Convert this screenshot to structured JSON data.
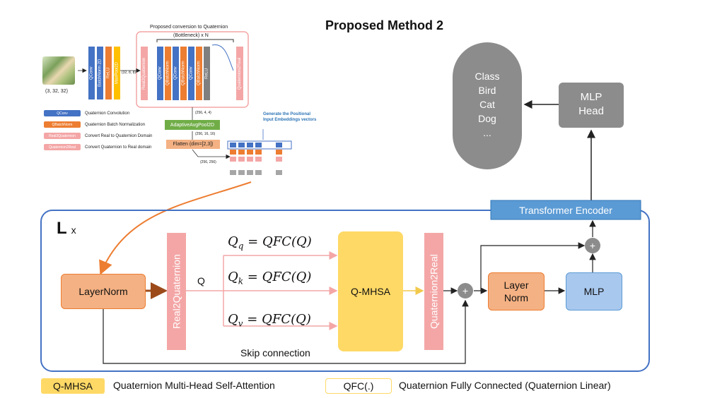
{
  "title": "Proposed Method 2",
  "top_panel": {
    "conversion_title": "Proposed conversion to Quaternion",
    "bottleneck_label": "(Bottleneck) x N",
    "input_shape": "(3, 32, 32)",
    "stem_blocks": [
      "QConv",
      "BatchNorm 2D",
      "ReLU",
      "MaxPool2D"
    ],
    "stem_shape": "(32, 8, 8)",
    "real2quat_block": "Real2Quaternion",
    "bottleneck_blocks": [
      "QConv",
      "QBatchNorm",
      "QConv",
      "QBatchNorm",
      "QConv",
      "QBatchNorm",
      "ReLU"
    ],
    "quat2real_block": "Quaternion2Real",
    "shape_after": "(256, 4, 4)",
    "pool_block": "AdaptiveAvgPool2D",
    "shape_pool": "(256, 16, 16)",
    "flatten_block": "Flatten (dim=[2,3])",
    "shape_flat": "(256, 256)",
    "generate_label": "Generate the Positional Input Embeddings vectors",
    "legend": [
      {
        "tag": "QConv",
        "desc": "Quaternion Convolution",
        "color": "#4472c4"
      },
      {
        "tag": "QBatchNorm",
        "desc": "Quaternion Batch Normalization",
        "color": "#ed7d31"
      },
      {
        "tag": "Real2Quaternion",
        "desc": "Convert Real to Quaternion Domain",
        "color": "#f4a6a6"
      },
      {
        "tag": "Quaternion2Real",
        "desc": "Convert Quaternion to Real domain",
        "color": "#f4a6a6"
      }
    ]
  },
  "classes": {
    "header": "Class",
    "items": [
      "Bird",
      "Cat",
      "Dog",
      "..."
    ]
  },
  "mlp_head": {
    "line1": "MLP",
    "line2": "Head"
  },
  "encoder": {
    "title": "Transformer Encoder",
    "repeat_label": "L",
    "repeat_x": "x",
    "layernorm1": "LayerNorm",
    "real2quat": "Real2Quaternion",
    "q_label": "Q",
    "eq_q": {
      "lhs": "Q",
      "sub": "q",
      "rhs": " = QFC(Q)"
    },
    "eq_k": {
      "lhs": "Q",
      "sub": "k",
      "rhs": " = QFC(Q)"
    },
    "eq_v": {
      "lhs": "Q",
      "sub": "v",
      "rhs": " = QFC(Q)"
    },
    "mhsa": "Q-MHSA",
    "quat2real": "Quaternion2Real",
    "plus": "+",
    "layernorm2_line1": "Layer",
    "layernorm2_line2": "Norm",
    "mlp": "MLP",
    "skip": "Skip connection"
  },
  "footer_legend": {
    "tag1": "Q-MHSA",
    "desc1": "Quaternion Multi-Head Self-Attention",
    "tag2": "QFC(.)",
    "desc2": "Quaternion Fully Connected (Quaternion Linear)"
  },
  "colors": {
    "encoder_border": "#4472c4",
    "encoder_title_bg": "#5b9bd5",
    "orange": "#ed7d31",
    "orange_light": "#f4b183",
    "pink": "#f4a6a6",
    "yellow": "#ffd966",
    "gray": "#8c8c8c",
    "mlp_blue": "#a9c8ee",
    "skip_line": "#1f1f1f"
  }
}
